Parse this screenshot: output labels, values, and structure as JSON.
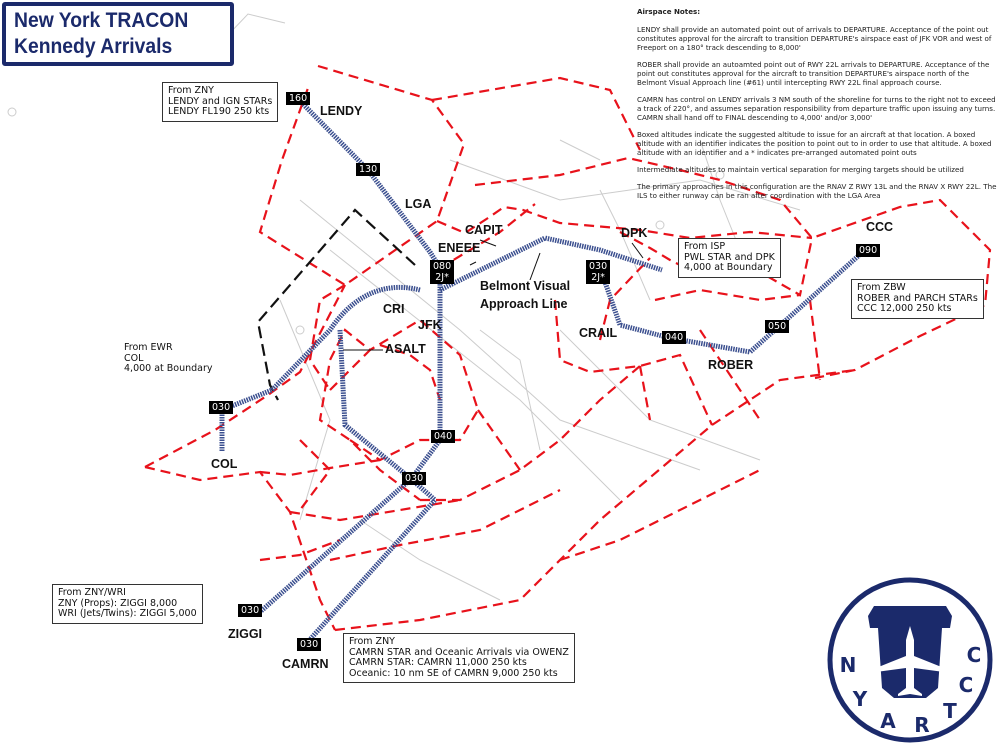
{
  "title": {
    "line1": "New York TRACON",
    "line2": "Kennedy Arrivals"
  },
  "notes": {
    "heading": "Airspace Notes:",
    "paragraphs": [
      "LENDY shall provide an automated point out of arrivals to DEPARTURE.  Acceptance of the point out constitutes approval for the aircraft to transition DEPARTURE's airspace east of JFK VOR and west of Freeport on a 180° track descending to 8,000'",
      "ROBER shall provide an autoamted point out of RWY 22L arrivals to DEPARTURE.  Acceptance of the point out constitutes approval for the aircraft to transition DEPARTURE's airspace north of the Belmont Visual Approach line (#61) until intercepting RWY 22L final approach course.",
      "CAMRN has control on LENDY arrivals 3 NM south of the shoreline for turns to the right not to exceed a track of 220°, and assumes separation responsibility from departure traffic upon issuing any turns.  CAMRN shall hand off to FINAL descending to 4,000' and/or 3,000'",
      "Boxed altitudes indicate the suggested altitude to issue for an aircraft at that location.  A boxed altitude with an identifier indicates the position to point out to in order to use that altitude.  A boxed altitude with an identifier and a * indicates pre-arranged automated point outs",
      "Intermediate altitudes to maintain vertical separation for merging targets should be utilized",
      "The primary approaches in this configuration are the RNAV Z RWY 13L and the RNAV X RWY 22L.  The ILS to either runway can be ran after coordination with the LGA Area"
    ]
  },
  "callouts": {
    "zny_lendy": [
      "From ZNY",
      "LENDY and IGN STARs",
      "LENDY FL190 250 kts"
    ],
    "ewr": [
      "From EWR",
      "COL",
      "4,000 at Boundary"
    ],
    "isp": [
      "From ISP",
      "PWL STAR and DPK",
      "4,000 at Boundary"
    ],
    "zbw": [
      "From ZBW",
      "ROBER and PARCH STARs",
      "CCC 12,000 250 kts"
    ],
    "zny_wri": [
      "From ZNY/WRI",
      "ZNY (Props): ZIGGI 8,000",
      "WRI (Jets/Twins): ZIGGI 5,000"
    ],
    "zny_camrn": [
      "From ZNY",
      "CAMRN STAR and Oceanic Arrivals via OWENZ",
      "CAMRN STAR: CAMRN 11,000 250 kts",
      "Oceanic: 10 nm SE of CAMRN 9,000 250 kts"
    ]
  },
  "altitudes": {
    "lendy": "160",
    "lendy2": "130",
    "jfk": "080",
    "jfk_id": "2J*",
    "crail": "030",
    "crail_id": "2J*",
    "final": "040",
    "col": "030",
    "asalt": "030",
    "rober1": "040",
    "rober2": "050",
    "ccc": "090",
    "ziggi": "030",
    "camrn": "030"
  },
  "fixes": {
    "lendy": "LENDY",
    "lga": "LGA",
    "capit": "CAPIT",
    "eneee": "ENEEE",
    "dpk": "DPK",
    "ccc": "CCC",
    "belmont1": "Belmont Visual",
    "belmont2": "Approach Line",
    "cri": "CRI",
    "jfk": "JFK",
    "asalt": "ASALT",
    "crail": "CRAIL",
    "rober": "ROBER",
    "col": "COL",
    "ziggi": "ZIGGI",
    "camrn": "CAMRN"
  },
  "logo": {
    "text": "NYARTCC"
  },
  "colors": {
    "boundary": "#e8121b",
    "route": "#3b4f8f",
    "navy": "#1b2a6b"
  }
}
